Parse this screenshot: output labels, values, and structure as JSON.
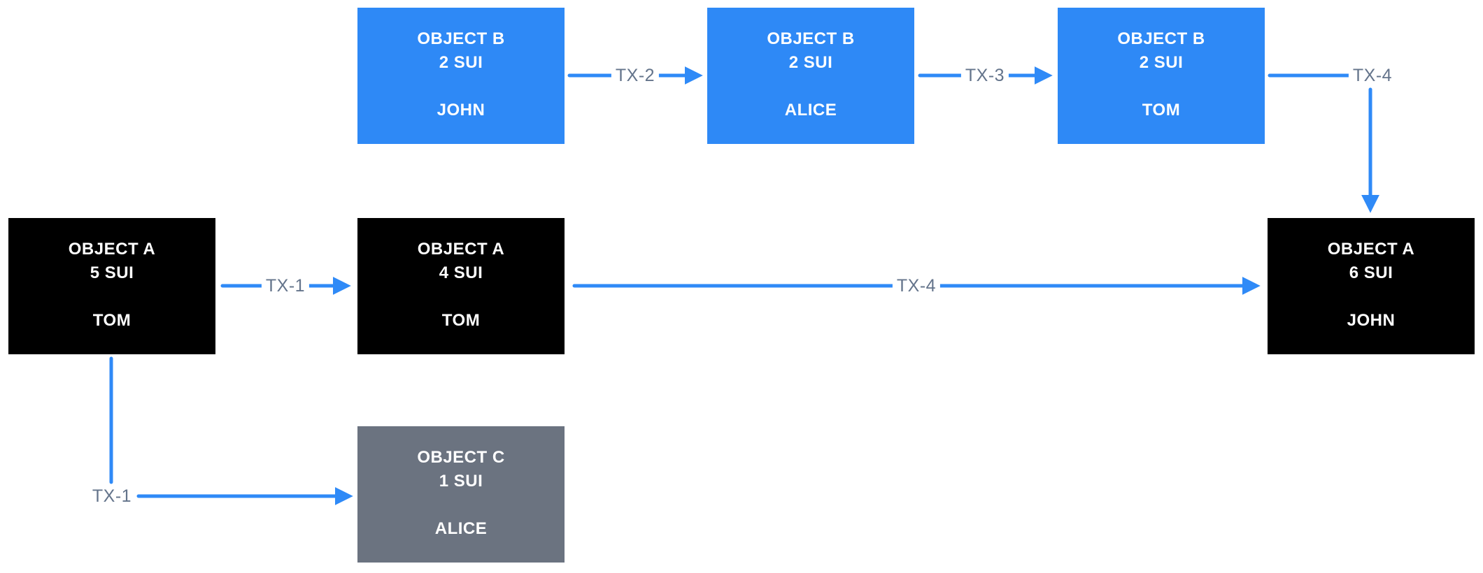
{
  "diagram": {
    "description": "SUI object ownership flow diagram",
    "colors": {
      "object_b_fill": "#2e89f6",
      "object_a_fill": "#000000",
      "object_c_fill": "#6b7380",
      "arrow": "#2f8af7",
      "edge_label_text": "#64748b",
      "node_text": "#ffffff",
      "background": "#ffffff"
    }
  },
  "nodes": [
    {
      "id": "object-b-john",
      "title": "OBJECT B",
      "amount": "2 SUI",
      "owner": "JOHN",
      "variant": "blue"
    },
    {
      "id": "object-b-alice",
      "title": "OBJECT B",
      "amount": "2 SUI",
      "owner": "ALICE",
      "variant": "blue"
    },
    {
      "id": "object-b-tom",
      "title": "OBJECT B",
      "amount": "2 SUI",
      "owner": "TOM",
      "variant": "blue"
    },
    {
      "id": "object-a-5-tom",
      "title": "OBJECT A",
      "amount": "5 SUI",
      "owner": "TOM",
      "variant": "black"
    },
    {
      "id": "object-a-4-tom",
      "title": "OBJECT A",
      "amount": "4 SUI",
      "owner": "TOM",
      "variant": "black"
    },
    {
      "id": "object-a-6-john",
      "title": "OBJECT A",
      "amount": "6 SUI",
      "owner": "JOHN",
      "variant": "black"
    },
    {
      "id": "object-c-alice",
      "title": "OBJECT C",
      "amount": "1 SUI",
      "owner": "ALICE",
      "variant": "gray"
    }
  ],
  "edges": [
    {
      "label": "TX-1",
      "from": "object-a-5-tom",
      "to": "object-a-4-tom"
    },
    {
      "label": "TX-1",
      "from": "object-a-5-tom",
      "to": "object-c-alice"
    },
    {
      "label": "TX-2",
      "from": "object-b-john",
      "to": "object-b-alice"
    },
    {
      "label": "TX-3",
      "from": "object-b-alice",
      "to": "object-b-tom"
    },
    {
      "label": "TX-4",
      "from": "object-b-tom",
      "to": "object-a-6-john"
    },
    {
      "label": "TX-4",
      "from": "object-a-4-tom",
      "to": "object-a-6-john"
    }
  ]
}
